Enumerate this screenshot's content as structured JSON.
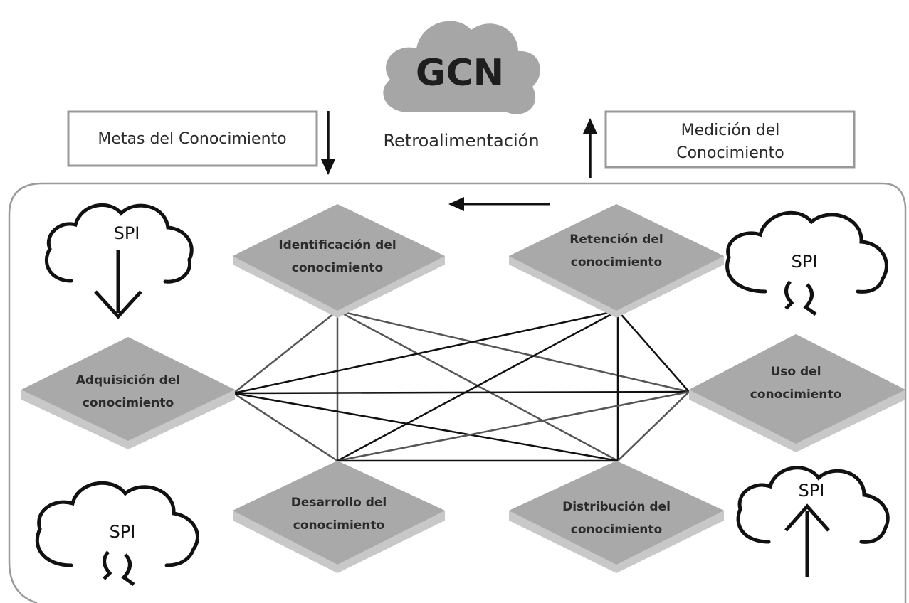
{
  "title": "GCN",
  "feedback_label": "Retroalimentación",
  "goals_box": {
    "label": "Metas del Conocimiento"
  },
  "measure_box": {
    "line1": "Medición del",
    "line2": "Conocimiento"
  },
  "processes": {
    "identificacion": {
      "line1": "Identificación del",
      "line2": "conocimiento"
    },
    "retencion": {
      "line1": "Retención del",
      "line2": "conocimiento"
    },
    "adquisicion": {
      "line1": "Adquisición del",
      "line2": "conocimiento"
    },
    "uso": {
      "line1": "Uso del",
      "line2": "conocimiento"
    },
    "desarrollo": {
      "line1": "Desarrollo del",
      "line2": "conocimiento"
    },
    "distribucion": {
      "line1": "Distribución del",
      "line2": "conocimiento"
    }
  },
  "spi": {
    "top_left": "SPI",
    "top_right": "SPI",
    "bottom_left": "SPI",
    "bottom_right": "SPI"
  },
  "colors": {
    "cloud_fill": "#a6a6a6",
    "tile_top": "#a9a9a9",
    "tile_side": "#c8c8c8",
    "frame_stroke": "#9b9b9b",
    "text": "#2b2b2b"
  }
}
